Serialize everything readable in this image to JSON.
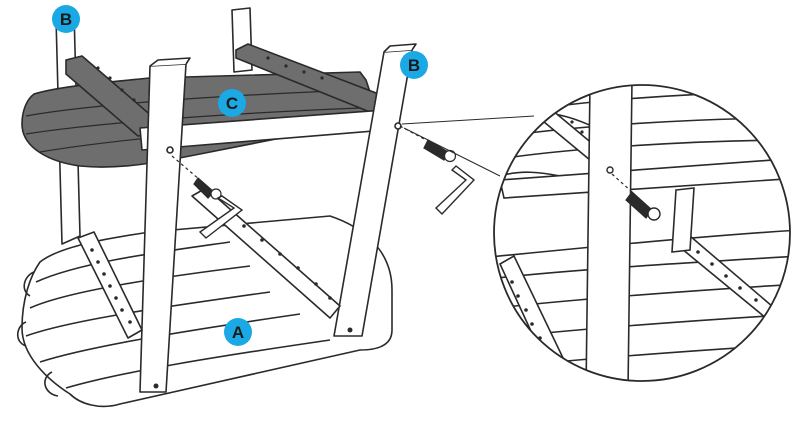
{
  "callouts": {
    "a": "A",
    "b_left": "B",
    "b_right": "B",
    "c": "C"
  },
  "colors": {
    "badge": "#1aa9e4",
    "seat_slats": "#6e6e6e",
    "outline": "#2a2a2a",
    "wood_fill": "#ffffff"
  },
  "icons": [
    "screw-icon",
    "allen-key-icon",
    "magnifier-circle"
  ]
}
